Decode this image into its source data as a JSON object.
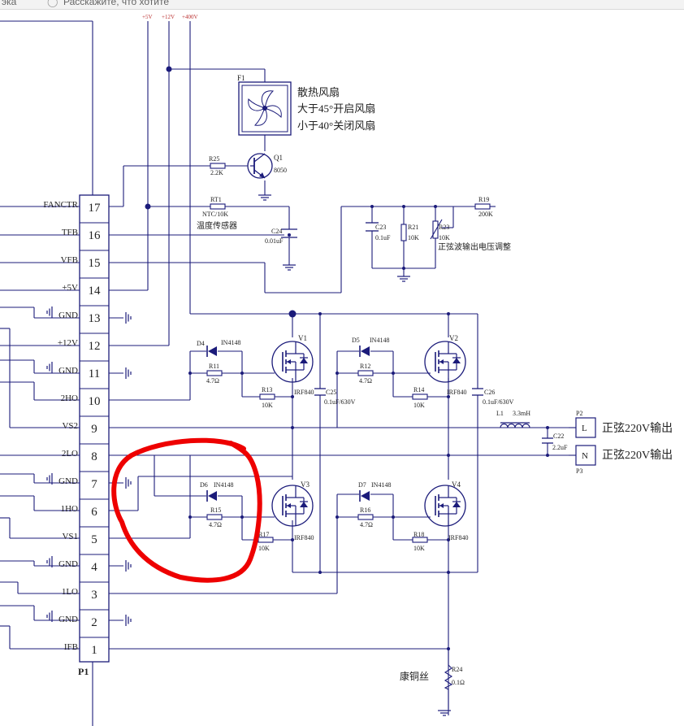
{
  "topbar": {
    "left_text": "эка",
    "hint_text": "Расскажите, что хотите"
  },
  "connector": {
    "ref": "P1",
    "pins": [
      {
        "num": "17",
        "label": "FANCTR"
      },
      {
        "num": "16",
        "label": "TFB"
      },
      {
        "num": "15",
        "label": "VFB"
      },
      {
        "num": "14",
        "label": "+5V"
      },
      {
        "num": "13",
        "label": "GND"
      },
      {
        "num": "12",
        "label": "+12V"
      },
      {
        "num": "11",
        "label": "GND"
      },
      {
        "num": "10",
        "label": "2HO"
      },
      {
        "num": "9",
        "label": "VS2"
      },
      {
        "num": "8",
        "label": "2LO"
      },
      {
        "num": "7",
        "label": "GND"
      },
      {
        "num": "6",
        "label": "1HO"
      },
      {
        "num": "5",
        "label": "VS1"
      },
      {
        "num": "4",
        "label": "GND"
      },
      {
        "num": "3",
        "label": "1LO"
      },
      {
        "num": "2",
        "label": "GND"
      },
      {
        "num": "1",
        "label": "IFB"
      }
    ]
  },
  "rails": {
    "r5": "+5V",
    "r12": "+12V",
    "r400": "+400V"
  },
  "fan": {
    "ref": "F1",
    "desc_1": "散热风扇",
    "desc_2": "大于45°开启风扇",
    "desc_3": "小于40°关闭风扇"
  },
  "parts": {
    "Q1": {
      "ref": "Q1",
      "value": "8050"
    },
    "R25": {
      "ref": "R25",
      "value": "2.2K"
    },
    "RT1": {
      "ref": "RT1",
      "value": "NTC/10K",
      "desc": "温度传感器"
    },
    "C24": {
      "ref": "C24",
      "value": "0.01uF"
    },
    "C23": {
      "ref": "C23",
      "value": "0.1uF"
    },
    "R21": {
      "ref": "R21",
      "value": "10K"
    },
    "R23": {
      "ref": "R23",
      "value": "10K",
      "desc": "正弦波输出电压调整"
    },
    "R19": {
      "ref": "R19",
      "value": "200K"
    },
    "D4": {
      "ref": "D4",
      "value": "IN4148"
    },
    "D5": {
      "ref": "D5",
      "value": "IN4148"
    },
    "D6": {
      "ref": "D6",
      "value": "IN4148"
    },
    "D7": {
      "ref": "D7",
      "value": "IN4148"
    },
    "R11": {
      "ref": "R11",
      "value": "4.7Ω"
    },
    "R12": {
      "ref": "R12",
      "value": "4.7Ω"
    },
    "R15": {
      "ref": "R15",
      "value": "4.7Ω"
    },
    "R16": {
      "ref": "R16",
      "value": "4.7Ω"
    },
    "R13": {
      "ref": "R13",
      "value": "10K"
    },
    "R14": {
      "ref": "R14",
      "value": "10K"
    },
    "R17": {
      "ref": "R17",
      "value": "10K"
    },
    "R18": {
      "ref": "R18",
      "value": "10K"
    },
    "V1": {
      "ref": "V1",
      "value": "IRF840"
    },
    "V2": {
      "ref": "V2",
      "value": "IRF840"
    },
    "V3": {
      "ref": "V3",
      "value": "IRF840"
    },
    "V4": {
      "ref": "V4",
      "value": "IRF840"
    },
    "C25": {
      "ref": "C25",
      "value": "0.1uF/630V"
    },
    "C26": {
      "ref": "C26",
      "value": "0.1uF/630V"
    },
    "L1": {
      "ref": "L1",
      "value": "3.3mH"
    },
    "C22": {
      "ref": "C22",
      "value": "2.2uF"
    },
    "R24": {
      "ref": "R24",
      "value": "0.1Ω",
      "desc": "康铜丝"
    }
  },
  "outputs": {
    "P2": {
      "ref": "P2",
      "pin": "L",
      "label": "正弦220V输出"
    },
    "P3": {
      "ref": "P3",
      "pin": "N",
      "label": "正弦220V输出"
    }
  },
  "colors": {
    "wire": "#1b1b7a",
    "label": "#222222",
    "annotation": "#ee0000"
  },
  "icons": [
    "fan-icon",
    "ground-icon",
    "mosfet-icon",
    "diode-icon",
    "npn-transistor-icon",
    "inductor-icon",
    "potentiometer-icon"
  ]
}
